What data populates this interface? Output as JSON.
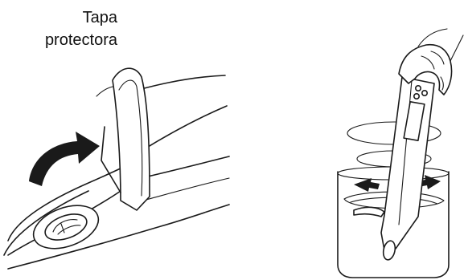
{
  "caption": {
    "line1": "Tapa",
    "line2": "protectora"
  },
  "left_figure": {
    "subject": "meter-with-protective-cap-opening",
    "icon": "curved-arrow-icon"
  },
  "right_figure": {
    "subject": "meter-stirred-in-beaker",
    "icons": [
      "hand-icon",
      "swirl-arrow-icon"
    ]
  },
  "colors": {
    "ink": "#1a1a1a",
    "background": "#ffffff"
  }
}
